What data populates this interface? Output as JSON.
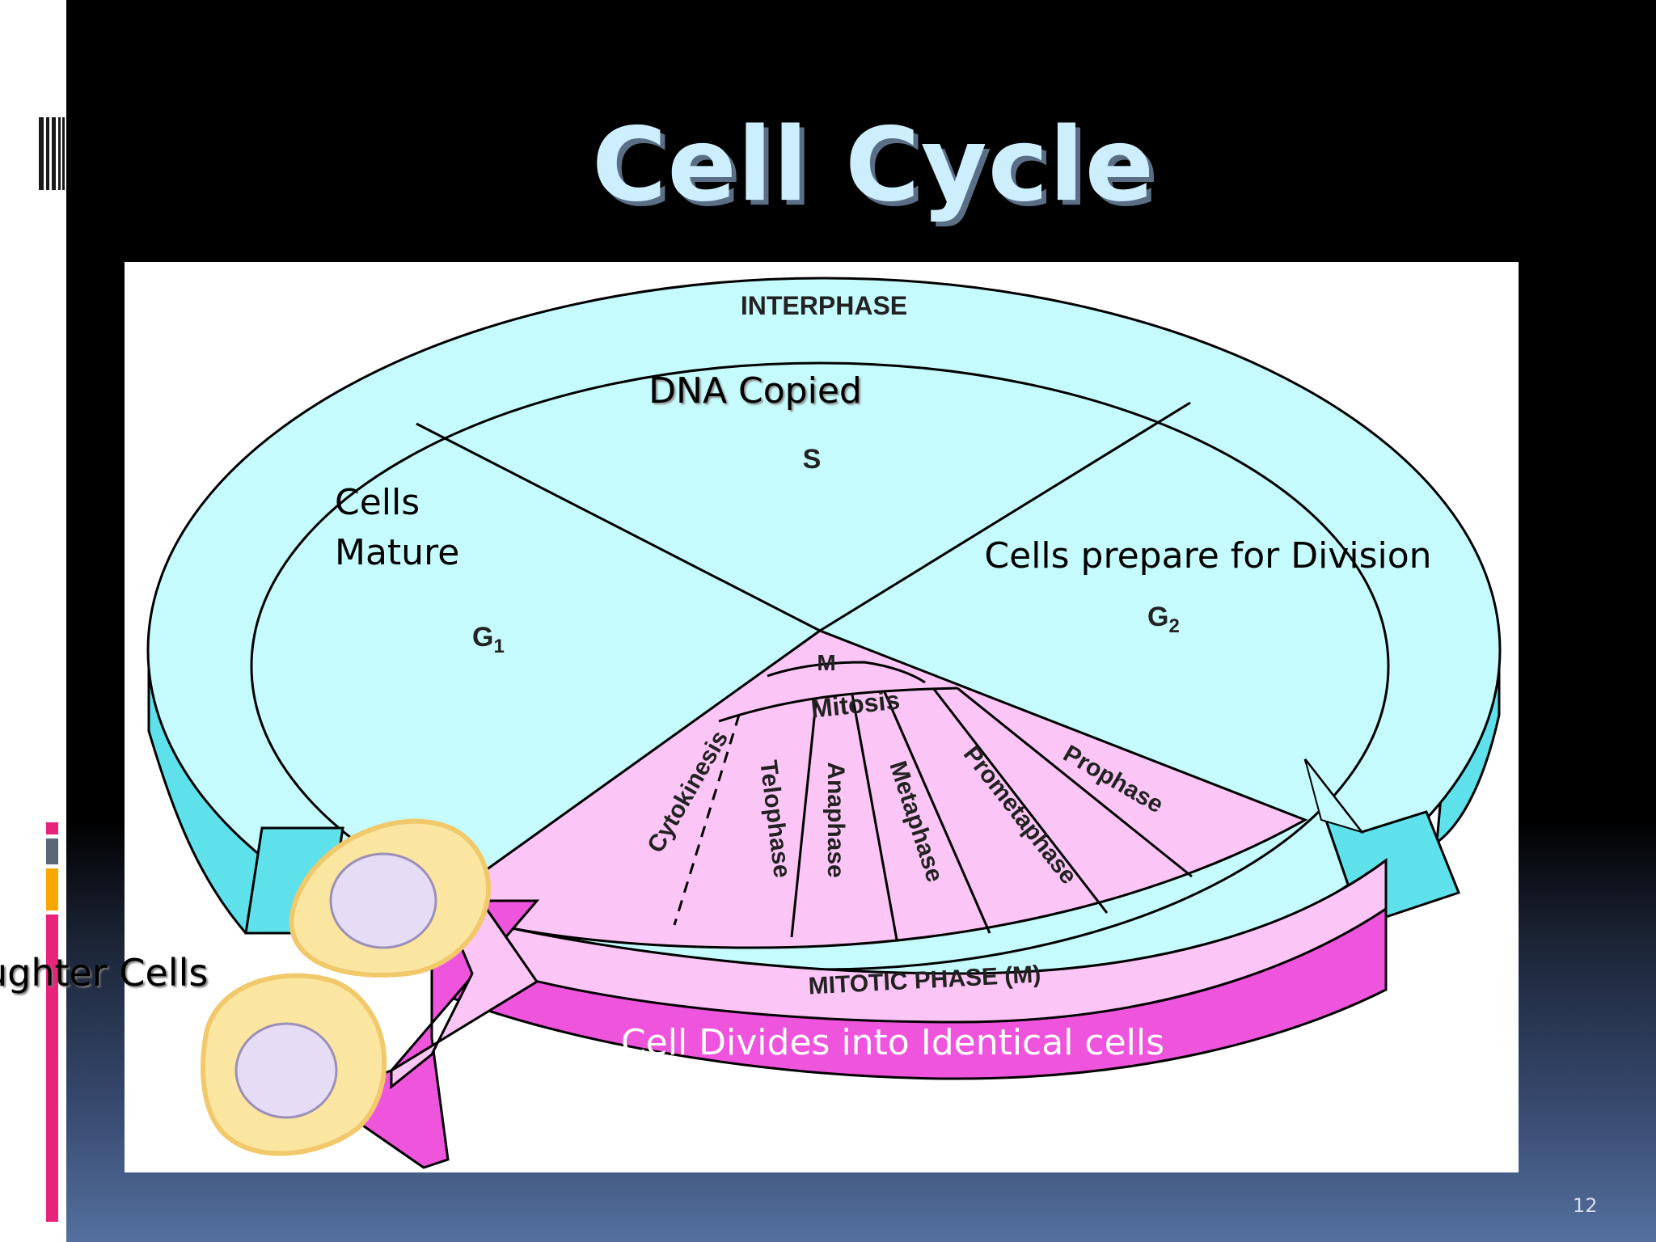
{
  "slide": {
    "title": "Cell Cycle",
    "slide_number": "12",
    "annotations": {
      "dna_copied": "DNA Copied",
      "cells_mature_line1": "Cells",
      "cells_mature_line2": "Mature",
      "cells_prepare": "Cells prepare for Division",
      "cell_divides": "Cell Divides into Identical cells",
      "daughter_cells": "ughter Cells"
    }
  },
  "diagram": {
    "interphase": "INTERPHASE",
    "s_phase": "S",
    "g1_phase": "G",
    "g1_sub": "1",
    "g2_phase": "G",
    "g2_sub": "2",
    "m_phase": "M",
    "mitosis": "Mitosis",
    "mitotic_phase": "MITOTIC PHASE (M)",
    "stages": [
      "Cytokinesis",
      "Telophase",
      "Anaphase",
      "Metaphase",
      "Prometaphase",
      "Prophase"
    ]
  },
  "colors": {
    "interphase_fill": "#c5fbfd",
    "interphase_side": "#5fe1ec",
    "mitotic_fill": "#fbc6f6",
    "mitotic_side": "#ee55dc",
    "cell_membrane": "#fbe6a1",
    "nucleus": "#e5ddf6"
  }
}
